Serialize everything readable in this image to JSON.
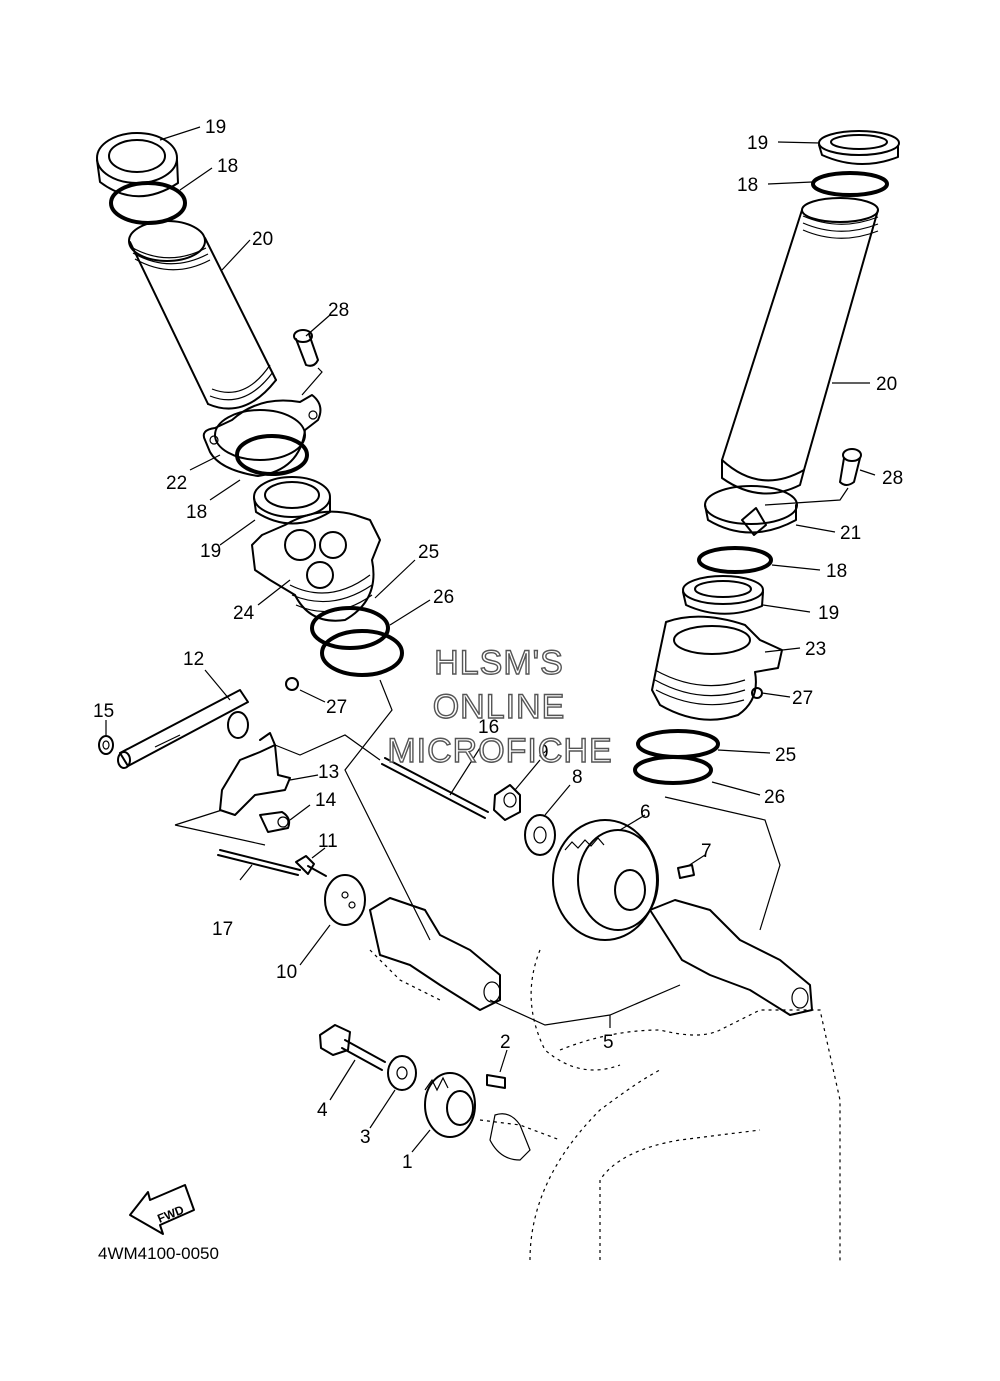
{
  "diagram_code": "4WM4100-0050",
  "watermark": [
    "HLSM'S",
    "ONLINE",
    "MICROFICHE"
  ],
  "fwd_label": "FWD",
  "callouts": [
    "1",
    "2",
    "3",
    "4",
    "5",
    "6",
    "7",
    "8",
    "9",
    "10",
    "11",
    "12",
    "13",
    "14",
    "15",
    "16",
    "17",
    "18",
    "19",
    "20",
    "21",
    "22",
    "23",
    "24",
    "25",
    "26",
    "27",
    "28"
  ]
}
